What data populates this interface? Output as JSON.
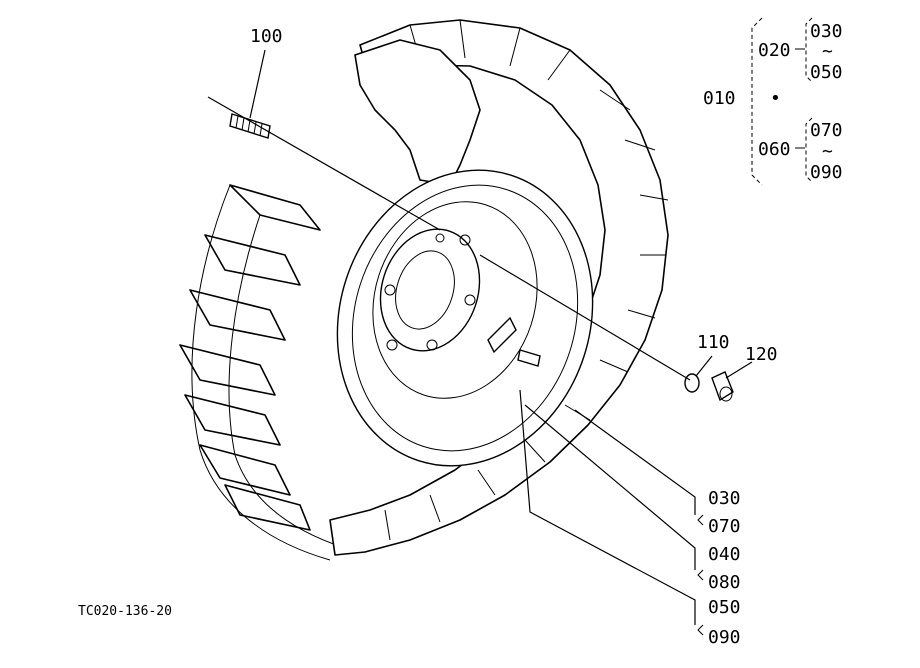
{
  "figure_code": "TC020-136-20",
  "callouts": {
    "stud": "100",
    "washer": "110",
    "nut": "120"
  },
  "assembly_tree": {
    "root": "010",
    "group_a": "020",
    "group_a_from": "030",
    "group_a_to": "050",
    "group_b": "060",
    "group_b_from": "070",
    "group_b_to": "090",
    "range_symbol": "~",
    "dot": "•"
  },
  "part_list": [
    "030",
    "070",
    "040",
    "080",
    "050",
    "090"
  ]
}
